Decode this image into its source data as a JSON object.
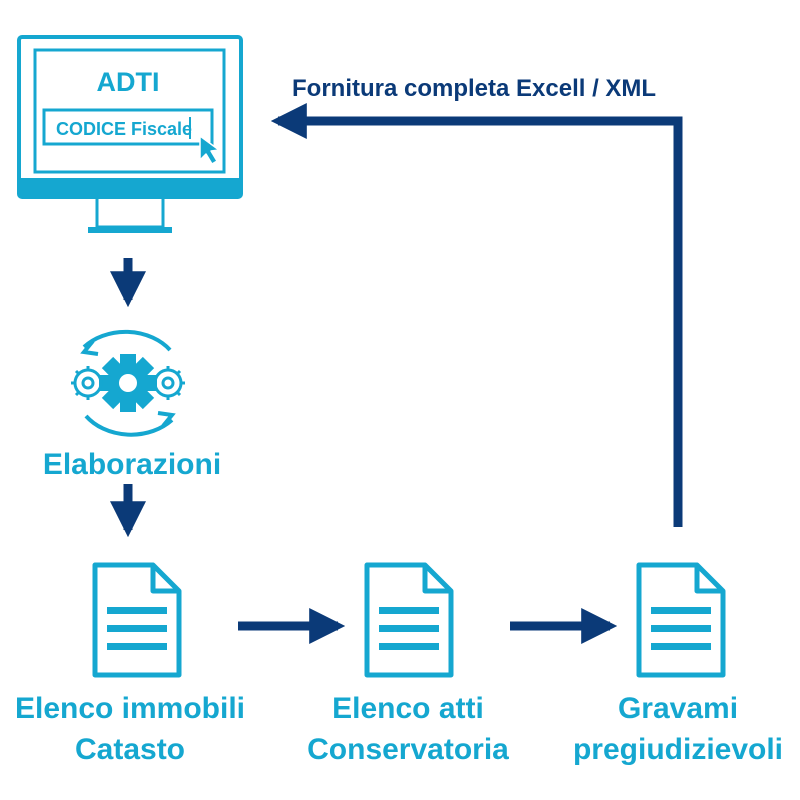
{
  "colors": {
    "accent": "#15a7d0",
    "flow": "#0b3a78",
    "background": "#ffffff"
  },
  "monitor": {
    "logo": "ADTI",
    "input_value": "CODICE Fiscale",
    "icon": "monitor-icon"
  },
  "feedback_label": "Fornitura completa Excell / XML",
  "process": {
    "label": "Elaborazioni",
    "icon": "gears-cycle-icon"
  },
  "documents": [
    {
      "line1": "Elenco immobili",
      "line2": "Catasto",
      "icon": "document-icon"
    },
    {
      "line1": "Elenco atti",
      "line2": "Conservatoria",
      "icon": "document-icon"
    },
    {
      "line1": "Gravami",
      "line2": "pregiudizievoli",
      "icon": "document-icon"
    }
  ]
}
